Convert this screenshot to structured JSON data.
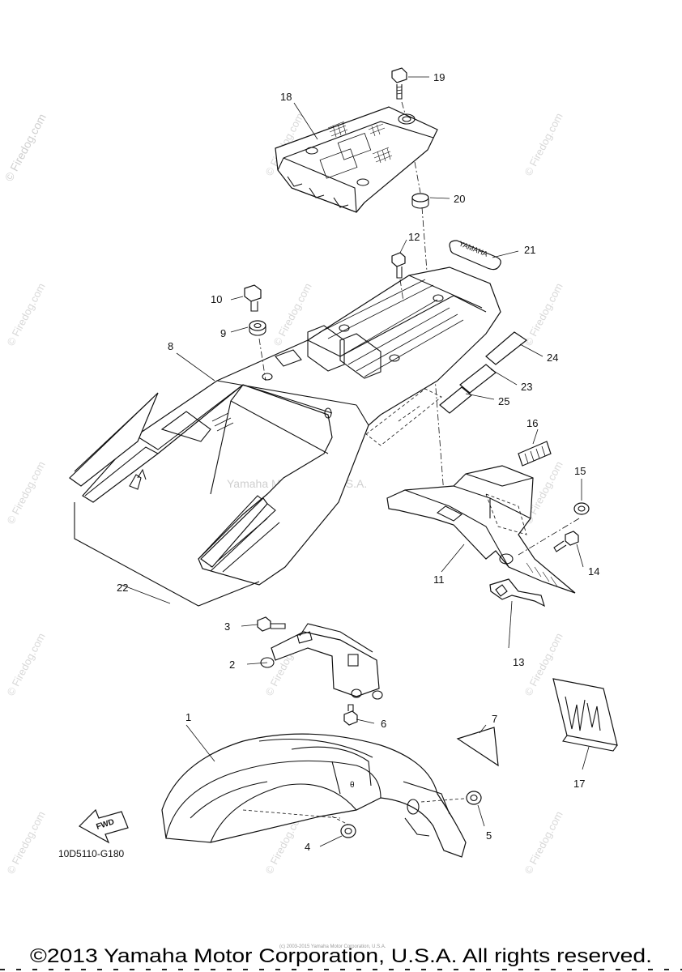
{
  "watermarks": {
    "corner": "© Firedog.com",
    "repeat": "© Firedog.com",
    "center": "Yamaha Motor Corp, U.S.A."
  },
  "callouts": {
    "c1": "1",
    "c2": "2",
    "c3": "3",
    "c4": "4",
    "c5": "5",
    "c6": "6",
    "c7": "7",
    "c8": "8",
    "c9": "9",
    "c10": "10",
    "c11": "11",
    "c12": "12",
    "c13": "13",
    "c14": "14",
    "c15": "15",
    "c16": "16",
    "c17": "17",
    "c18": "18",
    "c19": "19",
    "c20": "20",
    "c21": "21",
    "c22": "22",
    "c23": "23",
    "c24": "24",
    "c25": "25"
  },
  "decal_text": "YAMAHA",
  "fwd_label": "FWD",
  "fender_mark": "θ",
  "diagram_code": "10D5110-G180",
  "fine_print": "(c) 2003-2015 Yamaha Motor Corporation, U.S.A.",
  "copyright": "©2013 Yamaha Motor Corporation, U.S.A. All rights reserved."
}
